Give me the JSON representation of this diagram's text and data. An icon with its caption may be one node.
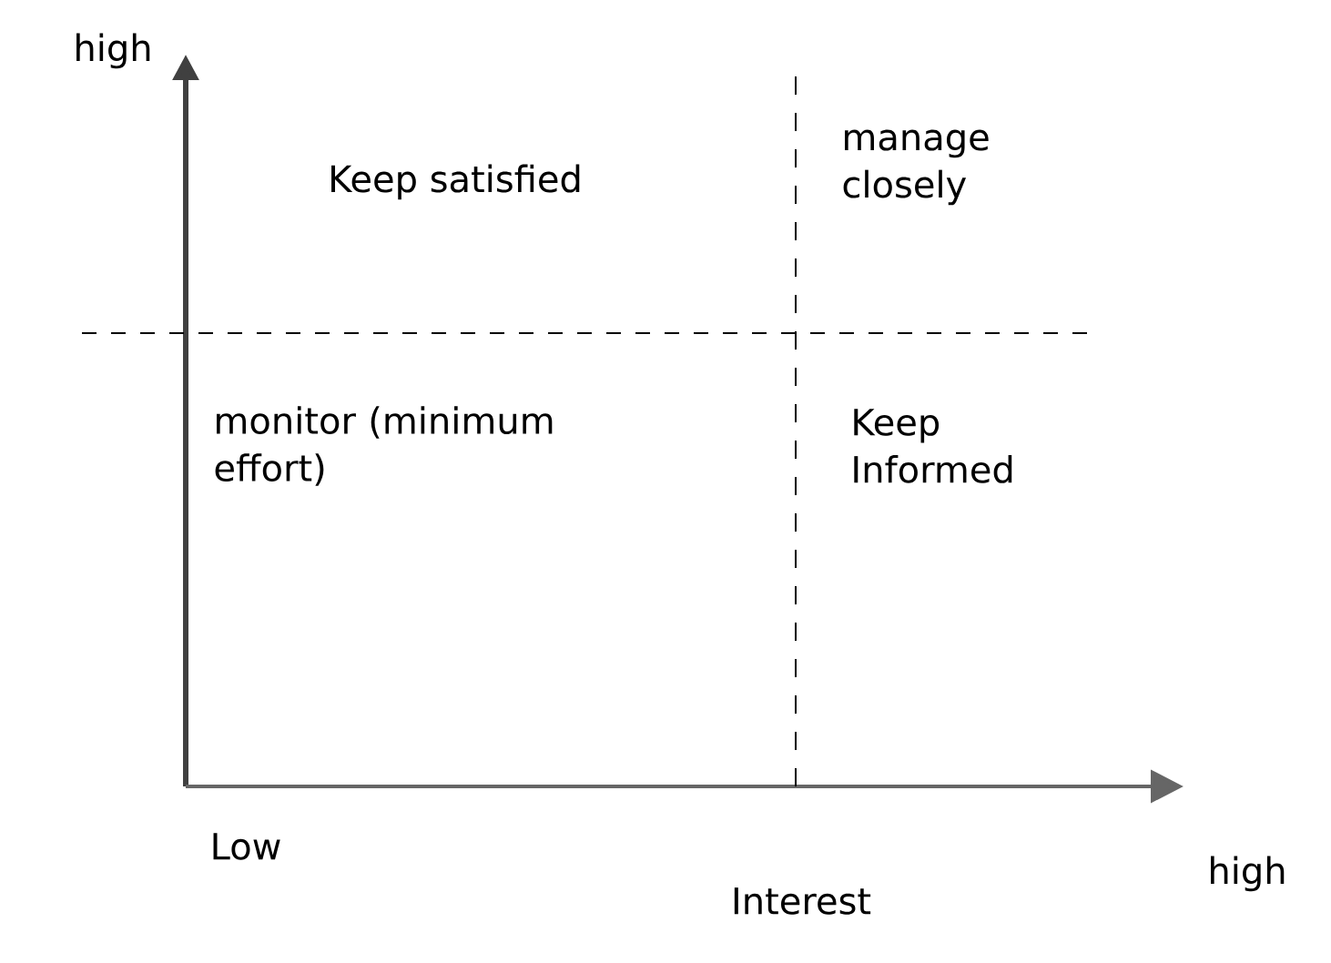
{
  "diagram": {
    "labels": [
      "high",
      "Keep satisfied",
      "manage closely",
      "monitor (minimum effort)",
      "Keep Informed",
      "Low",
      "Interest",
      "high"
    ]
  }
}
